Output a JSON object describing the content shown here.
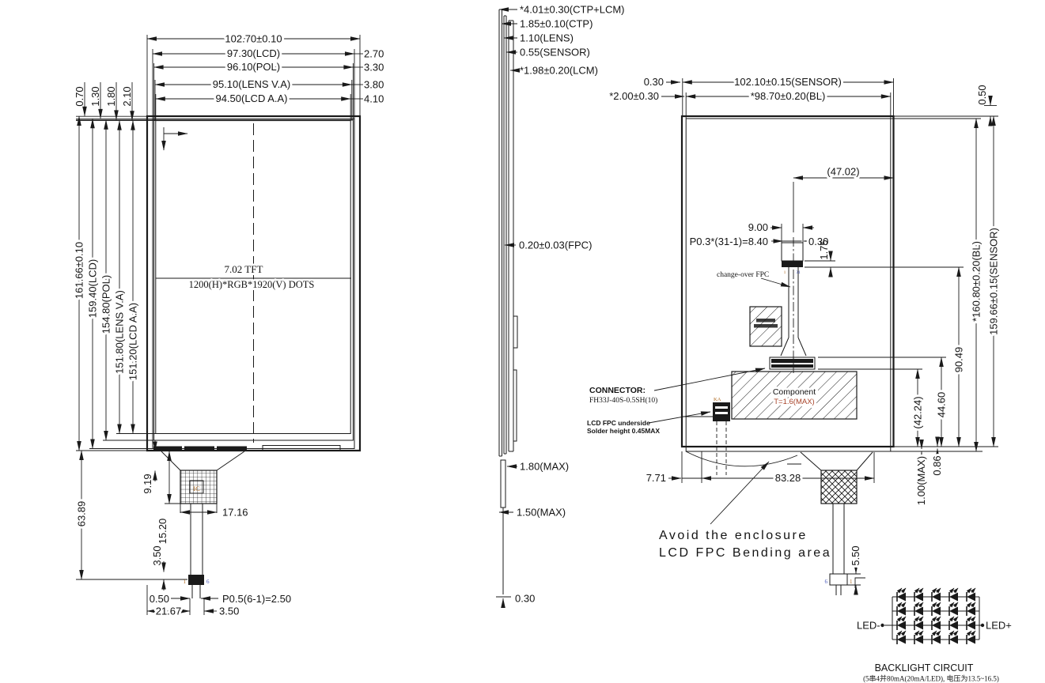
{
  "drawing": {
    "line_color": "#1a1a1a",
    "pin_orange": "#b06a20",
    "pin_blue": "#4253b8",
    "component_note_color": "#a8442a"
  },
  "front_view": {
    "top_dims": [
      "102.70±0.10",
      "97.30(LCD)",
      "96.10(POL)",
      "95.10(LENS V.A)",
      "94.50(LCD A.A)"
    ],
    "right_offsets": [
      "2.70",
      "3.30",
      "3.80",
      "4.10"
    ],
    "left_offsets": [
      "0.70",
      "1.30",
      "1.80",
      "2.10"
    ],
    "side_dims": [
      "161.66±0.10",
      "159.40(LCD)",
      "154.80(POL)",
      "151.80(LENS V.A)",
      "151.20(LCD A.A)"
    ],
    "center_line1": "7.02 TFT",
    "center_line2": "1200(H)*RGB*1920(V) DOTS",
    "fpc": {
      "total_height": "63.89",
      "to_ic_top": "9.19",
      "to_ic_bottom": "15.20",
      "tail_gap": "3.50",
      "ic_width": "17.16",
      "ic_label": "IC",
      "pin_width": "0.50",
      "pin_pitch": "P0.5(6-1)=2.50",
      "offset_left": "21.67",
      "tail_width": "3.50",
      "pin_first": "1",
      "pin_last": "6"
    }
  },
  "side_view": {
    "stack_dims": [
      "*4.01±0.30(CTP+LCM)",
      "1.85±0.10(CTP)",
      "1.10(LENS)",
      "0.55(SENSOR)",
      "*1.98±0.20(LCM)"
    ],
    "fpc_thickness": "0.20±0.03(FPC)",
    "bend_space": "1.80(MAX)",
    "component_height": "1.50(MAX)",
    "tail_thickness": "0.30"
  },
  "back_view": {
    "edge_offset": "0.30",
    "bl_offset": "*2.00±0.30",
    "sensor_width": "102.10±0.15(SENSOR)",
    "bl_width": "*98.70±0.20(BL)",
    "corner_gap": "0.50",
    "fpc_center": "(47.02)",
    "fpc_width": "9.00",
    "fpc_pitch": "P0.3*(31-1)=8.40",
    "fpc_pin_width": "0.30",
    "fpc_end_len": "1.75",
    "changeover_label": "change-over FPC",
    "pin_first": "1",
    "pin_last": "31",
    "connector_title": "CONNECTOR:",
    "connector_part": "FH33J-40S-0.5SH(10)",
    "note_line1": "LCD FPC underside",
    "note_line2": "Solder height 0.45MAX",
    "component_label": "Component",
    "component_thickness": "T=1.6(MAX)",
    "ka_label": "KA",
    "bl_height": "*160.80±0.20(BL)",
    "sensor_height": "159.66±0.15(SENSOR)",
    "dim_90": "90.49",
    "dim_44": "44.60",
    "dim_42": "(42.24)",
    "dim_086": "0.86",
    "dim_100": "1.00(MAX)",
    "dim_771": "7.71",
    "dim_8328": "83.28",
    "tail_length": "5.50",
    "tail_pin_left": "6",
    "tail_pin_right": "1",
    "warning_line1": "Avoid the enclosure",
    "warning_line2": "LCD FPC Bending area"
  },
  "backlight": {
    "title": "BACKLIGHT CIRCUIT",
    "subtitle": "(5串4并80mA(20mA/LED), 电压为13.5~16.5)",
    "led_minus": "LED-",
    "led_plus": "LED+",
    "rows": 4,
    "leds_per_row": 5
  }
}
